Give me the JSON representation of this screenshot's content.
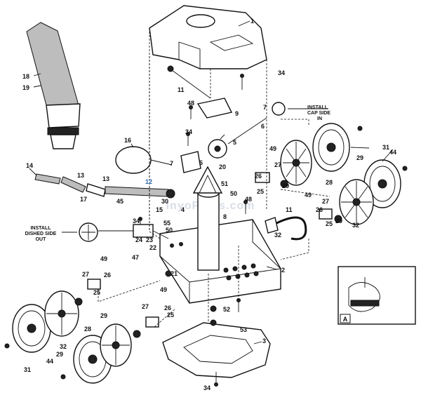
{
  "watermark": "InyoPools.com",
  "notes": {
    "cap_side": [
      "INSTALL",
      "CAP SIDE",
      "IN"
    ],
    "dished_side": [
      "INSTALL",
      "DISHED SIDE",
      "OUT"
    ]
  },
  "inset_label": "A",
  "part_labels": [
    {
      "text": "1"
    },
    {
      "text": "2"
    },
    {
      "text": "3"
    },
    {
      "text": "4"
    },
    {
      "text": "5"
    },
    {
      "text": "6"
    },
    {
      "text": "6"
    },
    {
      "text": "7"
    },
    {
      "text": "7"
    },
    {
      "text": "8"
    },
    {
      "text": "9"
    },
    {
      "text": "11"
    },
    {
      "text": "11"
    },
    {
      "text": "12"
    },
    {
      "text": "13"
    },
    {
      "text": "13"
    },
    {
      "text": "14"
    },
    {
      "text": "15"
    },
    {
      "text": "16"
    },
    {
      "text": "17"
    },
    {
      "text": "18"
    },
    {
      "text": "19"
    },
    {
      "text": "20"
    },
    {
      "text": "21"
    },
    {
      "text": "22"
    },
    {
      "text": "23"
    },
    {
      "text": "24"
    },
    {
      "text": "25"
    },
    {
      "text": "25"
    },
    {
      "text": "25"
    },
    {
      "text": "25"
    },
    {
      "text": "26"
    },
    {
      "text": "26"
    },
    {
      "text": "26"
    },
    {
      "text": "26"
    },
    {
      "text": "27"
    },
    {
      "text": "27"
    },
    {
      "text": "27"
    },
    {
      "text": "27"
    },
    {
      "text": "28"
    },
    {
      "text": "28"
    },
    {
      "text": "29"
    },
    {
      "text": "29"
    },
    {
      "text": "29"
    },
    {
      "text": "29"
    },
    {
      "text": "29"
    },
    {
      "text": "30"
    },
    {
      "text": "31"
    },
    {
      "text": "31"
    },
    {
      "text": "32"
    },
    {
      "text": "32"
    },
    {
      "text": "32"
    },
    {
      "text": "34"
    },
    {
      "text": "34"
    },
    {
      "text": "34"
    },
    {
      "text": "34"
    },
    {
      "text": "44"
    },
    {
      "text": "44"
    },
    {
      "text": "45"
    },
    {
      "text": "47"
    },
    {
      "text": "48"
    },
    {
      "text": "48"
    },
    {
      "text": "49"
    },
    {
      "text": "49"
    },
    {
      "text": "49"
    },
    {
      "text": "49"
    },
    {
      "text": "50"
    },
    {
      "text": "50"
    },
    {
      "text": "51"
    },
    {
      "text": "52"
    },
    {
      "text": "53"
    },
    {
      "text": "55"
    }
  ]
}
